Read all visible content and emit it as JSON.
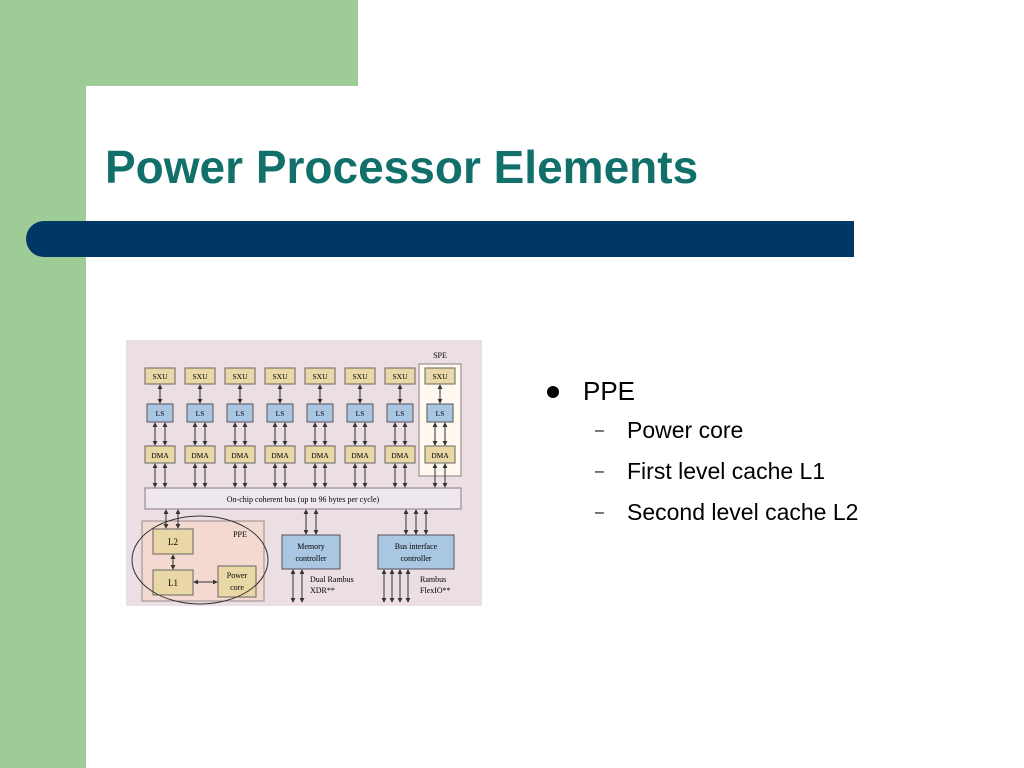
{
  "slide": {
    "title": "Power Processor Elements",
    "colors": {
      "title": "#12706b",
      "bar": "#003865",
      "side": "#9dcc96"
    }
  },
  "diagram": {
    "spe_label": "SPE",
    "sxu_label": "SXU",
    "ls_label": "LS",
    "dma_label": "DMA",
    "spe_count": 8,
    "bus_label": "On-chip coherent bus (up to 96 bytes per cycle)",
    "ppe_label": "PPE",
    "l2_label": "L2",
    "l1_label": "L1",
    "power_core_line1": "Power",
    "power_core_line2": "core",
    "memory_controller_line1": "Memory",
    "memory_controller_line2": "controller",
    "bus_interface_line1": "Bus interface",
    "bus_interface_line2": "controller",
    "dual_rambus_line1": "Dual Rambus",
    "dual_rambus_line2": "XDR**",
    "rambus_flexio_line1": "Rambus",
    "rambus_flexio_line2": "FlexIO**"
  },
  "bullets": [
    {
      "text": "PPE",
      "children": [
        {
          "text": "Power core"
        },
        {
          "text": "First level cache L1"
        },
        {
          "text": "Second level cache L2"
        }
      ]
    }
  ]
}
